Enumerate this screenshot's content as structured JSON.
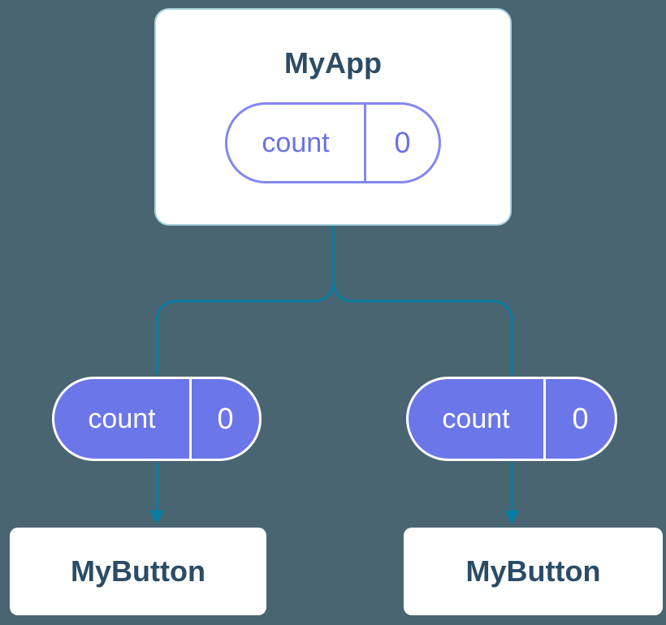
{
  "colors": {
    "background": "#4a6572",
    "connector_blue": "#087ea4",
    "card_background": "#ffffff",
    "component_title_text": "#2b4c66",
    "state_pill_purple_fill": "#6b76e8",
    "state_pill_purple_border": "#8388ee",
    "state_pill_purple_text": "#6a72e4",
    "prop_pill_text": "#ffffff"
  },
  "root_card": {
    "title": "MyApp",
    "state_pill": {
      "label": "count",
      "value": "0"
    }
  },
  "left_branch": {
    "prop_pill": {
      "label": "count",
      "value": "0"
    },
    "card": {
      "title": "MyButton"
    }
  },
  "right_branch": {
    "prop_pill": {
      "label": "count",
      "value": "0"
    },
    "card": {
      "title": "MyButton"
    }
  }
}
